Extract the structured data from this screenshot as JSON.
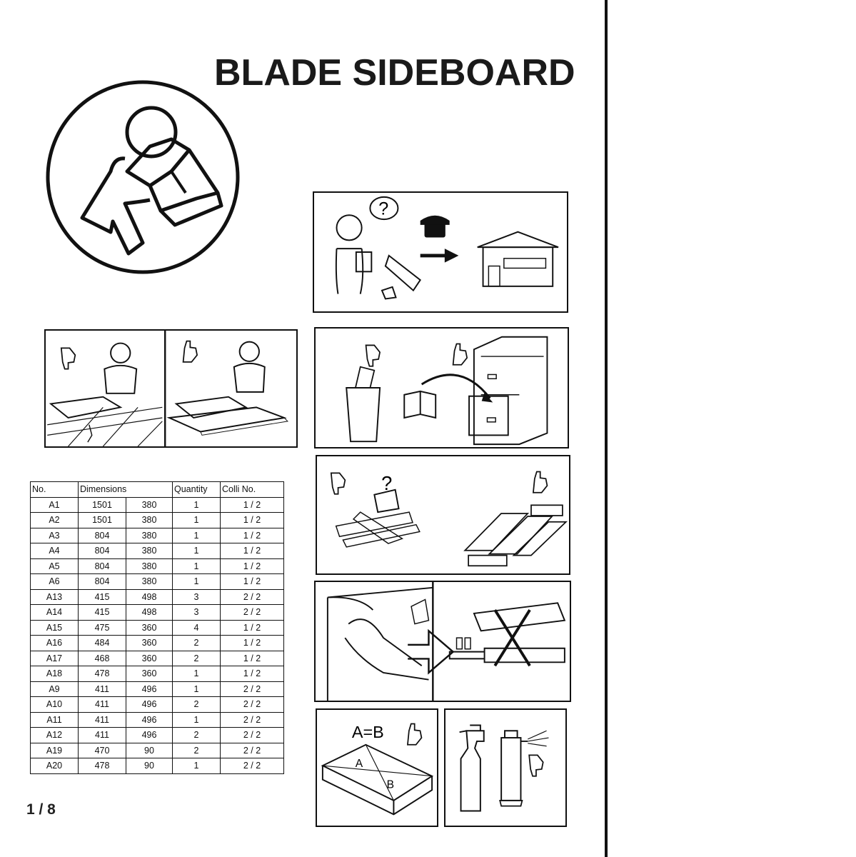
{
  "title": "BLADE SIDEBOARD",
  "page_number": "1 / 8",
  "table": {
    "headers": [
      "No.",
      "Dimensions",
      "Quantity",
      "Colli No."
    ],
    "rows": [
      [
        "A1",
        "1501",
        "380",
        "1",
        "1 / 2"
      ],
      [
        "A2",
        "1501",
        "380",
        "1",
        "1 / 2"
      ],
      [
        "A3",
        "804",
        "380",
        "1",
        "1 / 2"
      ],
      [
        "A4",
        "804",
        "380",
        "1",
        "1 / 2"
      ],
      [
        "A5",
        "804",
        "380",
        "1",
        "1 / 2"
      ],
      [
        "A6",
        "804",
        "380",
        "1",
        "1 / 2"
      ],
      [
        "A13",
        "415",
        "498",
        "3",
        "2 / 2"
      ],
      [
        "A14",
        "415",
        "498",
        "3",
        "2 / 2"
      ],
      [
        "A15",
        "475",
        "360",
        "4",
        "1 / 2"
      ],
      [
        "A16",
        "484",
        "360",
        "2",
        "1 / 2"
      ],
      [
        "A17",
        "468",
        "360",
        "2",
        "1 / 2"
      ],
      [
        "A18",
        "478",
        "360",
        "1",
        "1 / 2"
      ],
      [
        "A9",
        "411",
        "496",
        "1",
        "2 / 2"
      ],
      [
        "A10",
        "411",
        "496",
        "2",
        "2 / 2"
      ],
      [
        "A11",
        "411",
        "496",
        "1",
        "2 / 2"
      ],
      [
        "A12",
        "411",
        "496",
        "2",
        "2 / 2"
      ],
      [
        "A19",
        "470",
        "90",
        "2",
        "2 / 2"
      ],
      [
        "A20",
        "478",
        "90",
        "1",
        "2 / 2"
      ]
    ]
  },
  "panels": {
    "help_question_mark": "?",
    "sort_question_mark": "?",
    "square_label": "A=B",
    "diag_a": "A",
    "diag_b": "B"
  },
  "icons": {
    "read_manual": "read-manual-icon",
    "telephone": "telephone-icon",
    "thumbs_up": "thumbs-up-icon",
    "thumbs_down": "thumbs-down-icon"
  }
}
